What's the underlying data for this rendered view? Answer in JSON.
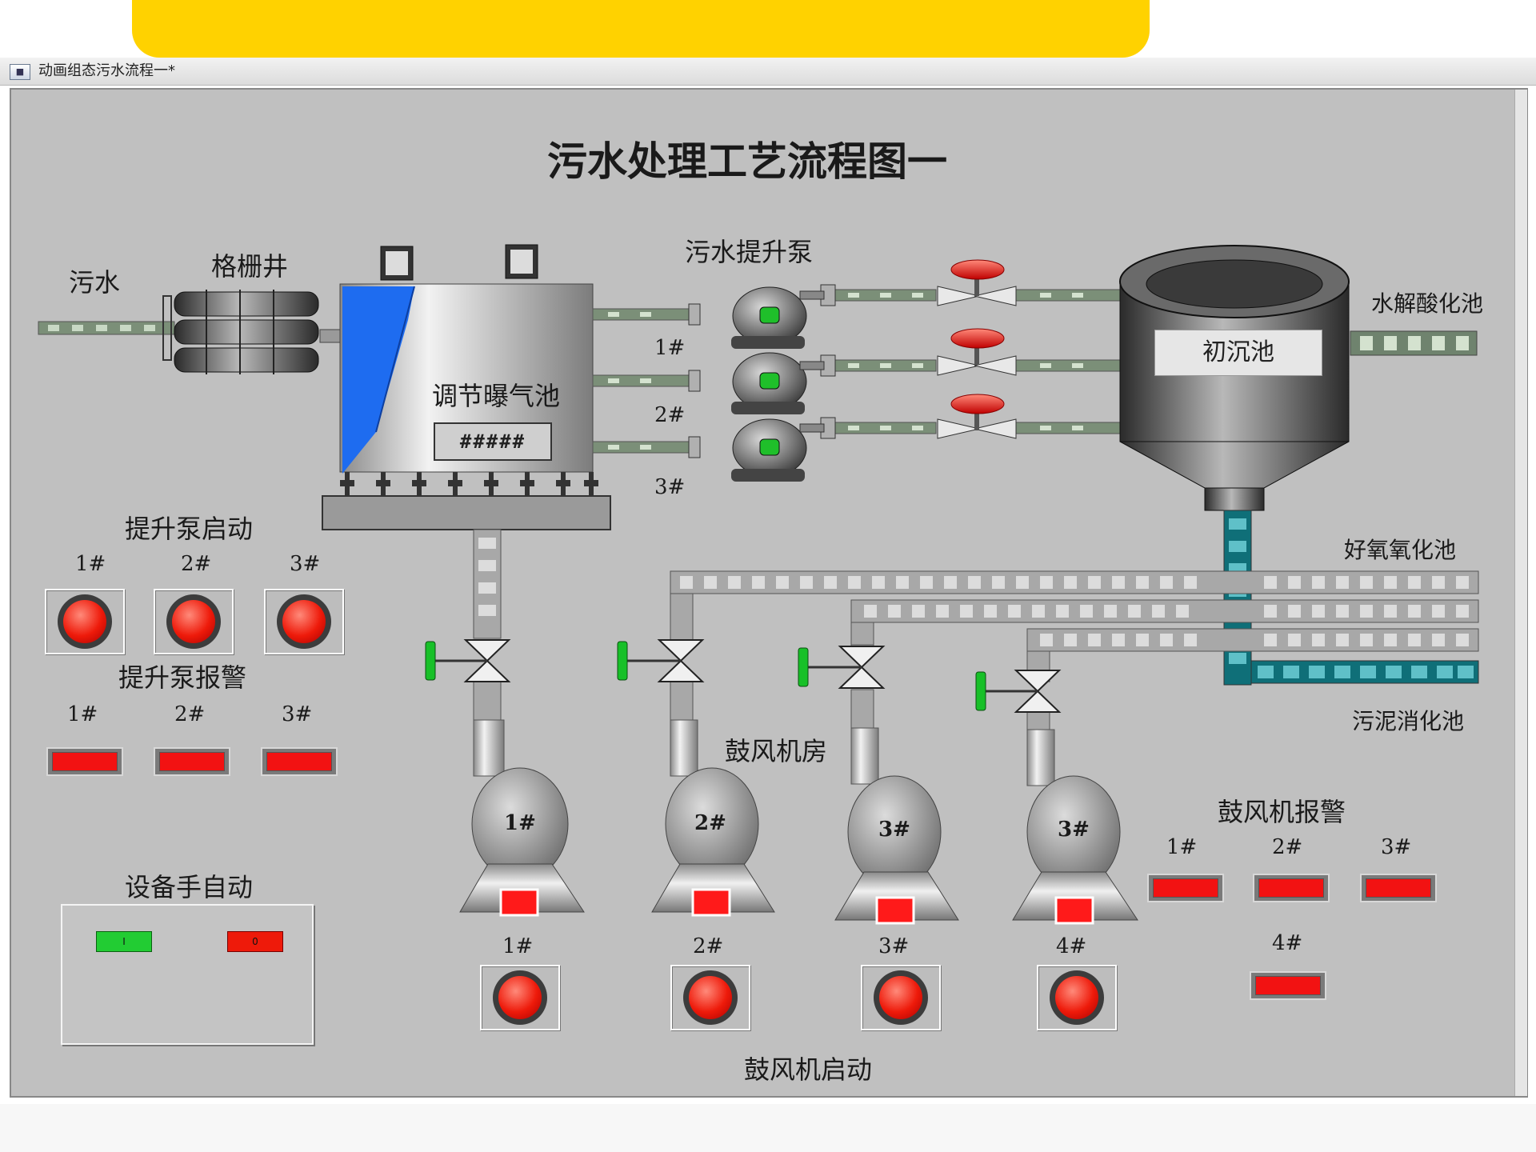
{
  "window": {
    "title": "动画组态污水流程一*"
  },
  "diagram": {
    "title": "污水处理工艺流程图一",
    "labels": {
      "sewage": "污水",
      "grille_well": "格栅井",
      "regulating_tank": "调节曝气池",
      "regulating_value": "#####",
      "lift_pump": "污水提升泵",
      "primary_tank": "初沉池",
      "hydrolysis_tank": "水解酸化池",
      "aerobic_tank": "好氧氧化池",
      "sludge_tank": "污泥消化池",
      "blower_room": "鼓风机房"
    },
    "pump_numbers": [
      "1#",
      "2#",
      "3#"
    ],
    "blower_numbers": [
      "1#",
      "2#",
      "3#",
      "3#"
    ]
  },
  "lift_pump_start": {
    "title": "提升泵启动",
    "buttons": [
      "1#",
      "2#",
      "3#"
    ]
  },
  "lift_pump_alarm": {
    "title": "提升泵报警",
    "items": [
      "1#",
      "2#",
      "3#"
    ]
  },
  "manual_auto": {
    "title": "设备手自动",
    "indicator_left": "I",
    "indicator_right": "0"
  },
  "blower_start": {
    "title": "鼓风机启动",
    "buttons": [
      "1#",
      "2#",
      "3#",
      "4#"
    ]
  },
  "blower_alarm": {
    "title": "鼓风机报警",
    "items": [
      "1#",
      "2#",
      "3#",
      "4#"
    ]
  },
  "colors": {
    "alarm_red": "#f21212",
    "button_red": "#ee1a0a",
    "indicator_green": "#22cc33",
    "water_blue": "#1e6cf0",
    "background": "#c0c0c0"
  }
}
